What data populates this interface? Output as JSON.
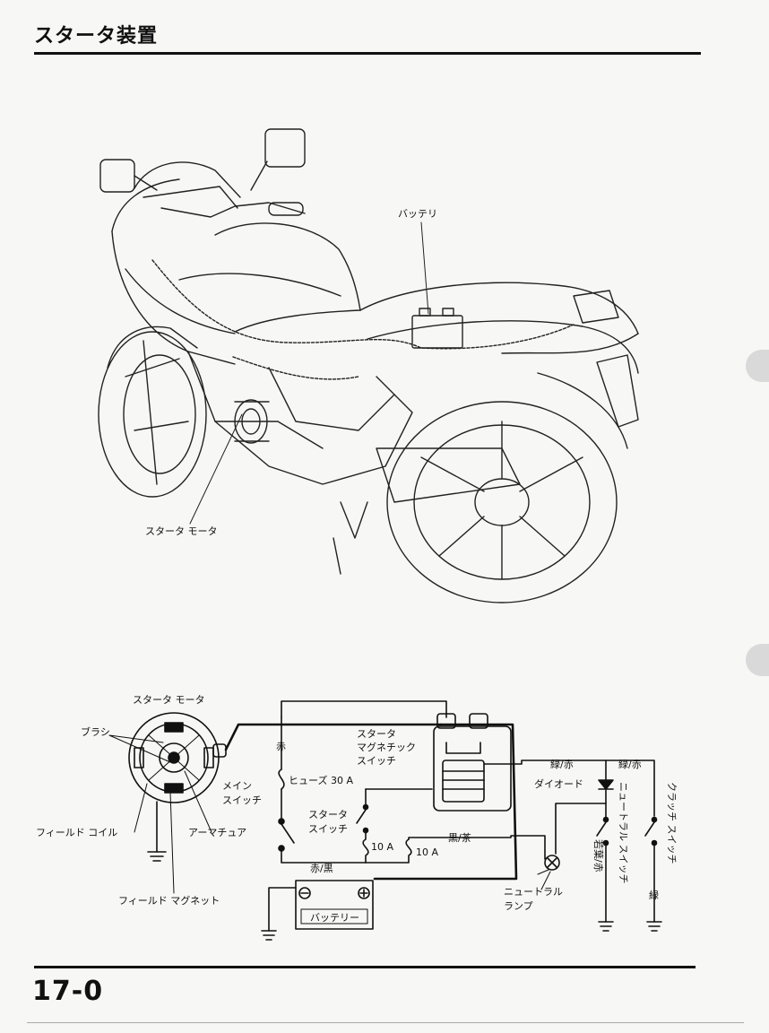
{
  "page": {
    "title": "スタータ装置",
    "number": "17-0"
  },
  "bike_labels": {
    "battery": "バッテリ",
    "starter_motor": "スタータ モータ"
  },
  "circuit_labels": {
    "starter_motor": "スタータ モータ",
    "brush": "ブラシ",
    "field_coil": "フィールド コイル",
    "armature": "アーマチュア",
    "field_magnet": "フィールド マグネット",
    "red": "赤",
    "fuse": "ヒューズ 30 A",
    "main_switch_1": "メイン",
    "main_switch_2": "スイッチ",
    "magnetic_switch_1": "スタータ",
    "magnetic_switch_2": "マグネチック",
    "magnetic_switch_3": "スイッチ",
    "starter_switch_1": "スタータ",
    "starter_switch_2": "スイッチ",
    "fuse_10a_1": "10 A",
    "fuse_10a_2": "10 A",
    "black_brown": "黒/茶",
    "red_black": "赤/黒",
    "battery": "バッテリー",
    "green_red_1": "緑/赤",
    "green_red_2": "緑/赤",
    "diode": "ダイオード",
    "neutral_lamp_1": "ニュートラル",
    "neutral_lamp_2": "ランプ",
    "light_green_red": "若葉/赤",
    "neutral_switch": "ニュートラル スイッチ",
    "clutch_switch": "クラッチ スイッチ",
    "green": "緑"
  }
}
